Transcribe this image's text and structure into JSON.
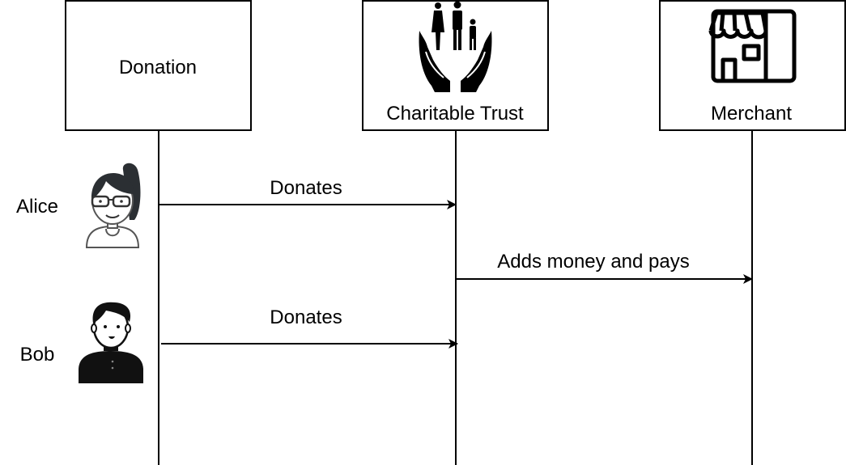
{
  "participants": [
    {
      "label": "Donation",
      "icon": "none"
    },
    {
      "label": "Charitable Trust",
      "icon": "family-in-hands-icon"
    },
    {
      "label": "Merchant",
      "icon": "storefront-icon"
    }
  ],
  "actors": [
    {
      "label": "Alice",
      "icon": "woman-avatar-icon"
    },
    {
      "label": "Bob",
      "icon": "man-avatar-icon"
    }
  ],
  "messages": [
    {
      "from": "Alice",
      "to": "Charitable Trust",
      "label": "Donates"
    },
    {
      "from": "Charitable Trust",
      "to": "Merchant",
      "label": "Adds money and pays"
    },
    {
      "from": "Bob",
      "to": "Charitable Trust",
      "label": "Donates"
    }
  ],
  "colors": {
    "line": "#000000",
    "background": "#ffffff",
    "avatar_outline": "#555555",
    "hair": "#2b2f33"
  }
}
